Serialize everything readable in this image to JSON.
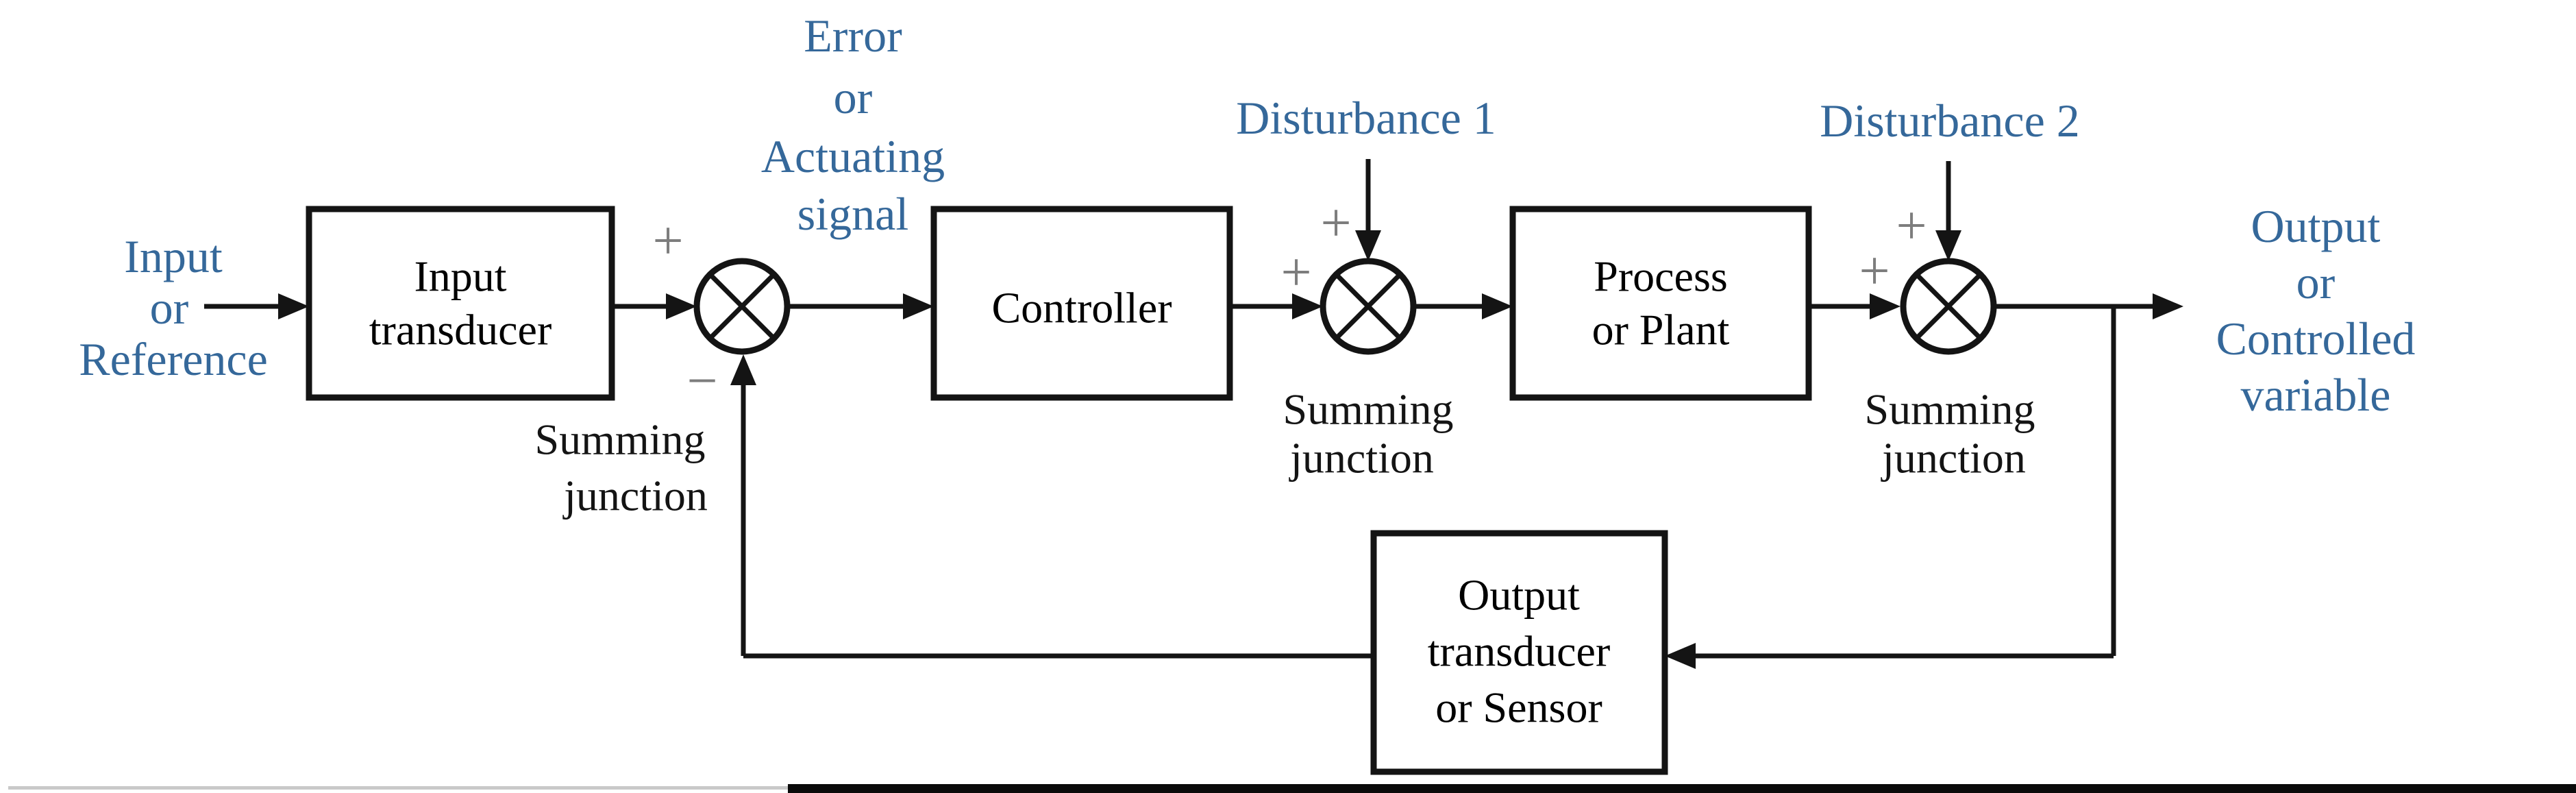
{
  "colors": {
    "label_blue": "#35689a",
    "line_black": "#141414",
    "sign_gray": "#7d7d7d",
    "bar_black": "#0a0a0a",
    "bar_gray": "#c9c9c9",
    "box_fill": "#ffffff"
  },
  "blocks": [
    {
      "id": "input-transducer",
      "lines": [
        "Input",
        "transducer"
      ]
    },
    {
      "id": "controller",
      "lines": [
        "Controller"
      ]
    },
    {
      "id": "process-plant",
      "lines": [
        "Process",
        "or Plant"
      ]
    },
    {
      "id": "output-transducer",
      "lines": [
        "Output",
        "transducer",
        "or Sensor"
      ]
    }
  ],
  "annotations": {
    "input_label": [
      "Input",
      "or",
      "Reference"
    ],
    "error_label": [
      "Error",
      "or",
      "Actuating",
      "signal"
    ],
    "output_label": [
      "Output",
      "or",
      "Controlled",
      "variable"
    ],
    "disturbance1": "Disturbance 1",
    "disturbance2": "Disturbance 2",
    "summing_labels": [
      [
        "Summing",
        "junction"
      ],
      [
        "Summing",
        "junction"
      ],
      [
        "Summing",
        "junction"
      ]
    ],
    "plus_sign": "+",
    "minus_sign": "−"
  }
}
